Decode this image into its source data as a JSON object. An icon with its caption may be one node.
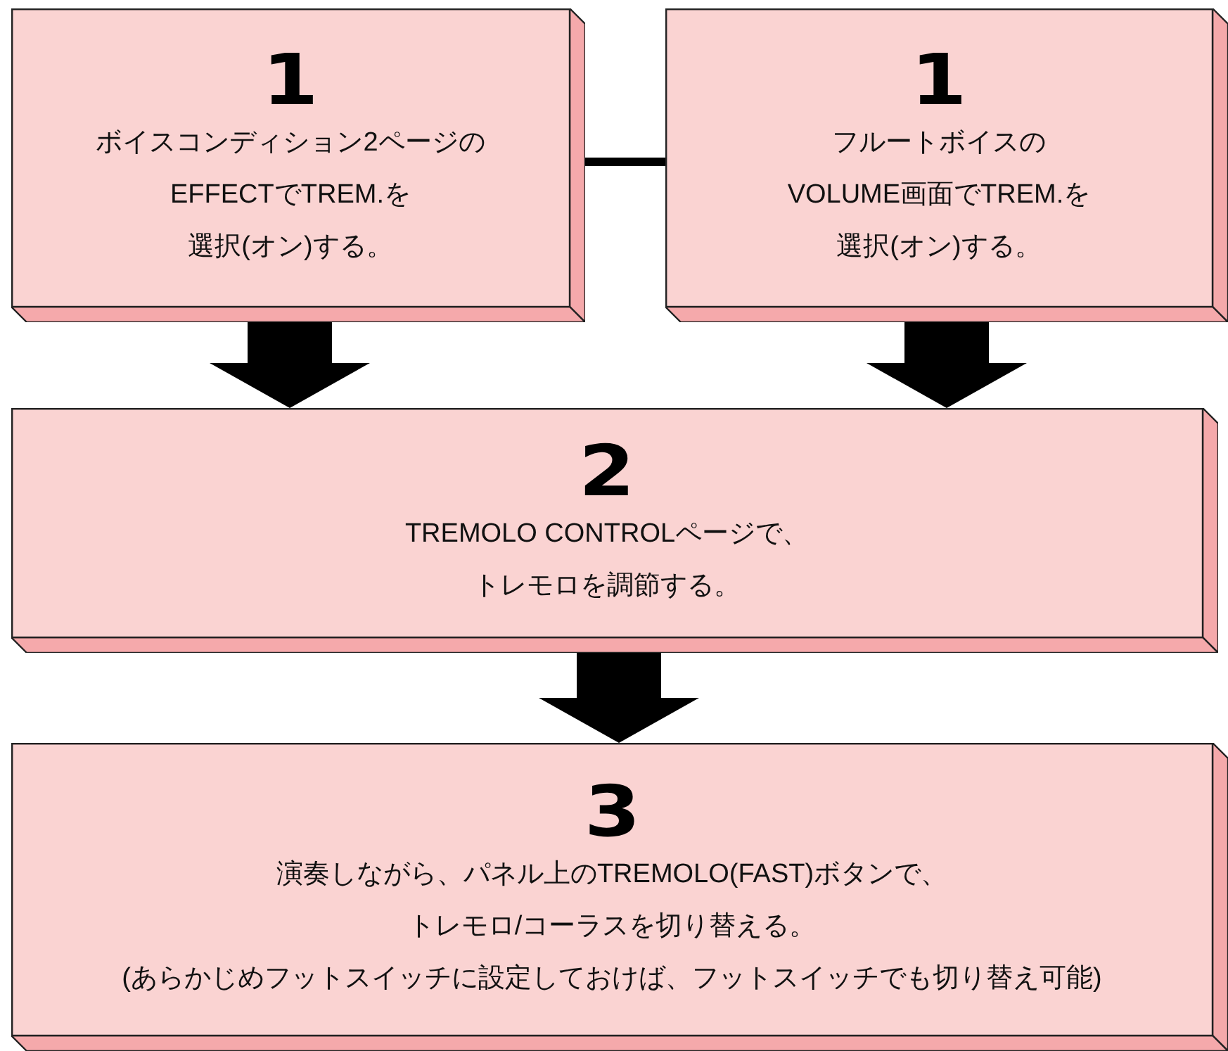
{
  "diagram": {
    "nodes": [
      {
        "text": [
          "1",
          "ボイスコンディション2ページのEFFECTでTREM.を選択(オン)する。"
        ]
      },
      {
        "text": [
          "1",
          "フルートボイスのVOLUME画面でTREM.を選択(オン)する。"
        ]
      },
      {
        "text": [
          "2",
          "TREMOLO CONTROLページで、トレモロを調節する。"
        ]
      },
      {
        "text": [
          "3",
          "演奏しながら、パネル上のTREMOLO(FAST)ボタンで、トレモロ/コーラスを切り替える。",
          "(あらかじめフットスイッチに設定しておけば、フットスイッチでも切り替え可能)"
        ]
      }
    ],
    "edges": [
      {
        "from": 0,
        "to": 1,
        "arrow": "none"
      },
      {
        "from": 0,
        "to": 2,
        "arrow": "to"
      },
      {
        "from": 1,
        "to": 2,
        "arrow": "to"
      },
      {
        "from": 2,
        "to": 3,
        "arrow": "to"
      }
    ]
  }
}
